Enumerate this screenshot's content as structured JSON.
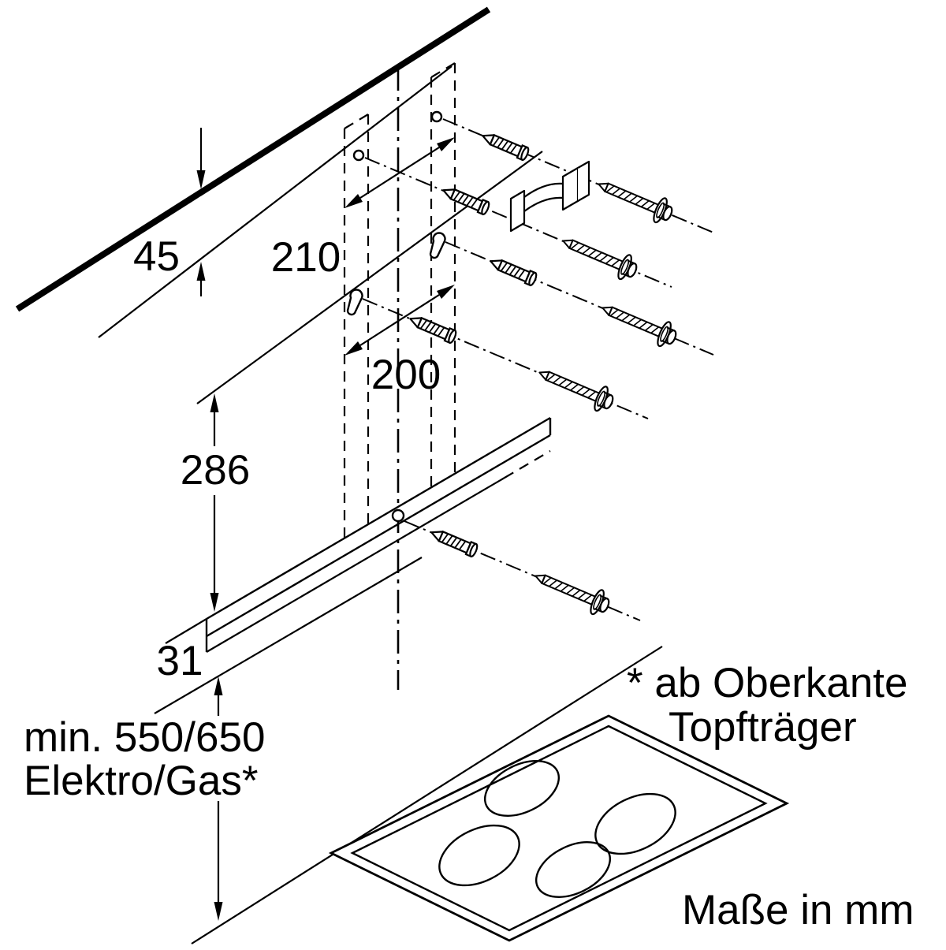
{
  "diagram": {
    "kind": "installation-dimension-drawing",
    "units": "mm"
  },
  "colors": {
    "line": "#000000",
    "background": "#ffffff"
  },
  "labels": {
    "dim_45": "45",
    "dim_210": "210",
    "dim_200": "200",
    "dim_286": "286",
    "dim_31": "31",
    "min_height_line1": "min. 550/650",
    "min_height_line2": "Elektro/Gas*",
    "footnote_line1": "* ab Oberkante",
    "footnote_line2": "Topfträger",
    "units_note": "Maße in mm"
  }
}
